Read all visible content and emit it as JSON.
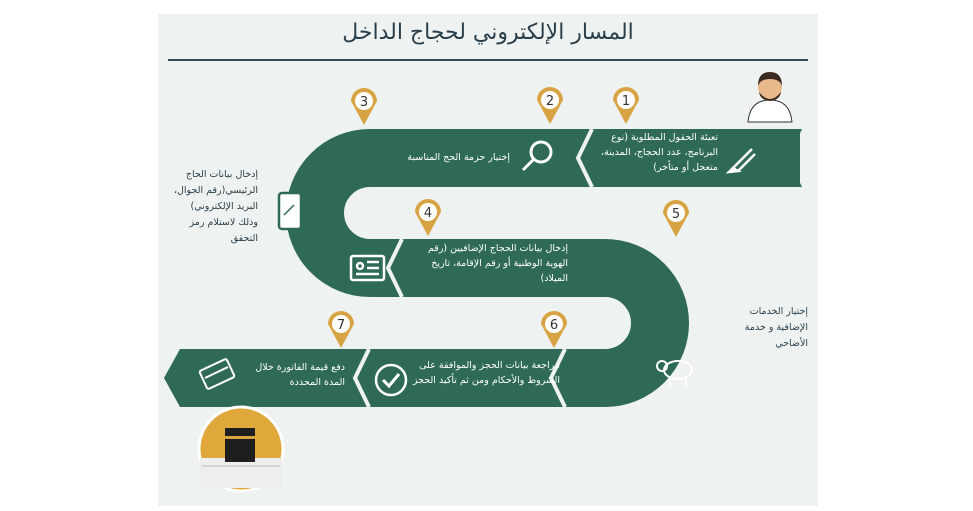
{
  "title": "المسار الإلكتروني لحجاج الداخل",
  "colors": {
    "ribbon": "#2e6a55",
    "pin": "#d8a443",
    "panel": "#eef3f2",
    "kaaba_sky": "#e0a83a"
  },
  "steps": [
    {
      "number": "1",
      "icon": "pencil-icon",
      "text": "تعبئة الحقول المطلوبة (نوع البرنامج، عدد الحجاج، المدينة، متعجل أو متأخر)"
    },
    {
      "number": "2",
      "icon": "search-icon",
      "text": "إختيار حزمة الحج المناسبة"
    },
    {
      "number": "3",
      "icon": "mobile-phone-icon",
      "text": "إدخال بيانات الحاج الرئيسي(رقم الجوال، البريد الإلكتروني) وذلك لاستلام رمز التحقق"
    },
    {
      "number": "4",
      "icon": "id-card-icon",
      "text": "إدخال بيانات الحجاج الإضافيين (رقم الهوية الوطنية أو رقم الإقامة، تاريخ الميلاد)"
    },
    {
      "number": "5",
      "icon": "sheep-icon",
      "text": "إختيار الخدمات الإضافية و خدمة الأضاحي"
    },
    {
      "number": "6",
      "icon": "check-circle-icon",
      "text": "مراجعة بيانات الحجز والموافقة على الشروط والأحكام ومن ثم تأكيد الحجز"
    },
    {
      "number": "7",
      "icon": "credit-card-icon",
      "text": "دفع قيمة الفاتورة خلال المدة المحددة"
    }
  ]
}
